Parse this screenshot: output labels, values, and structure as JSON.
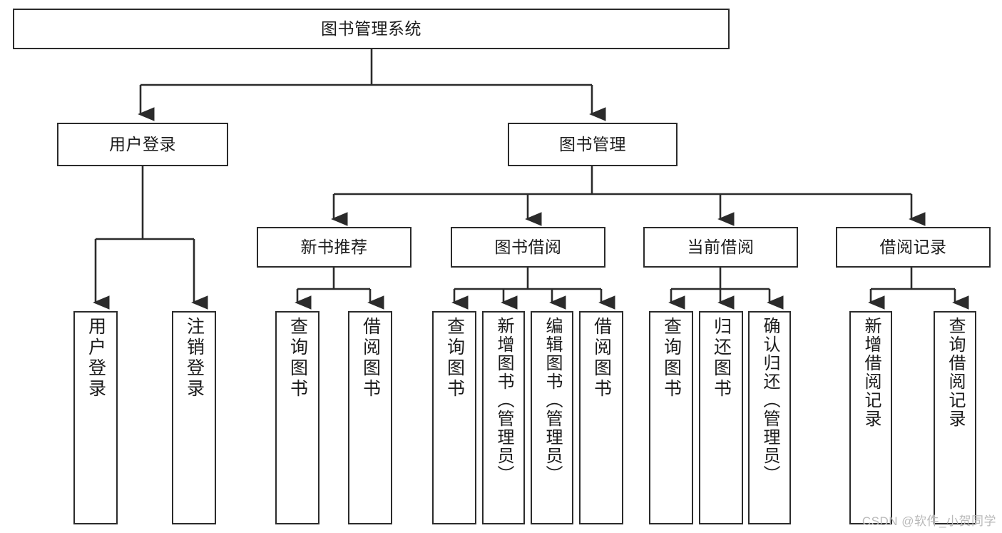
{
  "diagram": {
    "title": "图书管理系统",
    "type": "tree-hierarchy-chart",
    "orientation": "top-down",
    "colors": {
      "stroke": "#2b2b2b",
      "fill": "#ffffff",
      "text": "#1b1b1b",
      "watermark": "#b9b9b9"
    },
    "watermark": "CSDN @软件_小贺同学"
  },
  "nodes": {
    "root": {
      "label": "图书管理系统"
    },
    "level2": [
      {
        "label": "用户登录"
      },
      {
        "label": "图书管理"
      }
    ],
    "level3": [
      {
        "label": "新书推荐"
      },
      {
        "label": "图书借阅"
      },
      {
        "label": "当前借阅"
      },
      {
        "label": "借阅记录"
      }
    ],
    "leaves": {
      "user_login": [
        {
          "label": "用户登录"
        },
        {
          "label": "注销登录"
        }
      ],
      "new_book_recommend": [
        {
          "label": "查询图书"
        },
        {
          "label": "借阅图书"
        }
      ],
      "book_borrow": [
        {
          "label": "查询图书"
        },
        {
          "label": "新增图书（管理员）"
        },
        {
          "label": "编辑图书（管理员）"
        },
        {
          "label": "借阅图书"
        }
      ],
      "current_borrow": [
        {
          "label": "查询图书"
        },
        {
          "label": "归还图书"
        },
        {
          "label": "确认归还（管理员）"
        }
      ],
      "borrow_record": [
        {
          "label": "新增借阅记录"
        },
        {
          "label": "查询借阅记录"
        }
      ]
    }
  }
}
